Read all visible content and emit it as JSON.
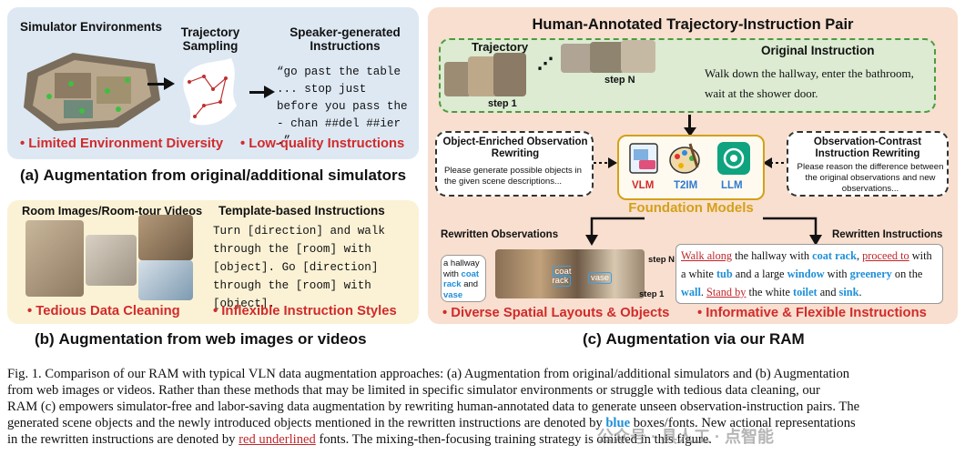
{
  "panel_a": {
    "env_title": "Simulator Environments",
    "traj_title": "Trajectory Sampling",
    "speaker_title": "Speaker-generated Instructions",
    "speaker_text": "“go past the table ... stop just before you pass the - chan ##del ##ier .”",
    "issue1": "• Limited Environment Diversity",
    "issue2": "• Low-quality Instructions",
    "caption_label": "(a)",
    "caption_text": "Augmentation from original/additional simulators"
  },
  "panel_b": {
    "media_title": "Room Images/Room-tour Videos",
    "template_title": "Template-based Instructions",
    "template_text": "Turn [direction] and walk through the [room] with [object]. Go [direction] through the [room] with [object].",
    "issue1": "• Tedious Data Cleaning",
    "issue2": "• Inflexible Instruction Styles",
    "caption_label": "(b)",
    "caption_text": "Augmentation from web images or videos"
  },
  "panel_c": {
    "title": "Human-Annotated Trajectory-Instruction Pair",
    "trajectory_label": "Trajectory",
    "step1": "step 1",
    "stepN": "step N",
    "orig_title": "Original Instruction",
    "orig_text": "Walk down the hallway, enter the bathroom, wait at the shower door.",
    "obj_title": "Object-Enriched Observation Rewriting",
    "obj_text": "Please generate possible objects in the given scene descriptions...",
    "con_title": "Observation-Contrast Instruction Rewriting",
    "con_text": "Please reason the difference between the original observations and new observations...",
    "vlm": "VLM",
    "t2im": "T2IM",
    "llm": "LLM",
    "foundation": "Foundation Models",
    "rewritten_obs": "Rewritten Observations",
    "rewritten_instr": "Rewritten Instructions",
    "bubble": {
      "w1": "a hallway with",
      "coat": "coat",
      "rack": "rack",
      "and": "and",
      "vase": "vase"
    },
    "obs_tags": {
      "coat_rack": "coat rack",
      "vase": "vase"
    },
    "obs_stepN": "step N",
    "obs_step1": "step 1",
    "instr": {
      "s1": "Walk along",
      "s2": " the hallway with ",
      "s3": "coat rack",
      "s4": ", ",
      "s5": "proceed to",
      "s6": " with a white ",
      "s7": "tub",
      "s8": " and a large ",
      "s9": "window",
      "s10": " with ",
      "s11": "greenery",
      "s12": " on the ",
      "s13": "wall",
      "s14": ". ",
      "s15": "Stand by",
      "s16": " the white ",
      "s17": "toilet",
      "s18": " and ",
      "s19": "sink",
      "s20": "."
    },
    "benefit1": "• Diverse Spatial Layouts & Objects",
    "benefit2": "• Informative & Flexible Instructions",
    "caption_label": "(c)",
    "caption_text": "Augmentation via our RAM"
  },
  "footer": {
    "line1": "Fig. 1.  Comparison of our RAM with typical VLN data augmentation approaches: (a) Augmentation from original/additional simulators and (b) Augmentation",
    "line2": "from web images or videos. Rather than these methods that may be limited in specific simulator environments or struggle with tedious data cleaning, our",
    "line3": "RAM (c) empowers simulator-free and labor-saving data augmentation by rewriting human-annotated data to generate unseen observation-instruction pairs. The",
    "line4a": "generated scene objects and the newly introduced objects mentioned in the rewritten instructions are denoted by ",
    "line4b": "blue",
    "line4c": " boxes/fonts. New actional representations",
    "line5a": "in the rewritten instructions are denoted by ",
    "line5b": "red underlined",
    "line5c": " fonts. The mixing-then-focusing training strategy is omitted in this figure."
  },
  "watermark": "公众号 · 具人工 · 点智能",
  "colors": {
    "panel_a_bg": "#dde8f3",
    "panel_b_bg": "#fbf2d6",
    "panel_c_bg": "#f8dfcf",
    "issue_red": "#d12b2b",
    "blue": "#1f8fd9",
    "foundation_gold": "#d4a017"
  }
}
